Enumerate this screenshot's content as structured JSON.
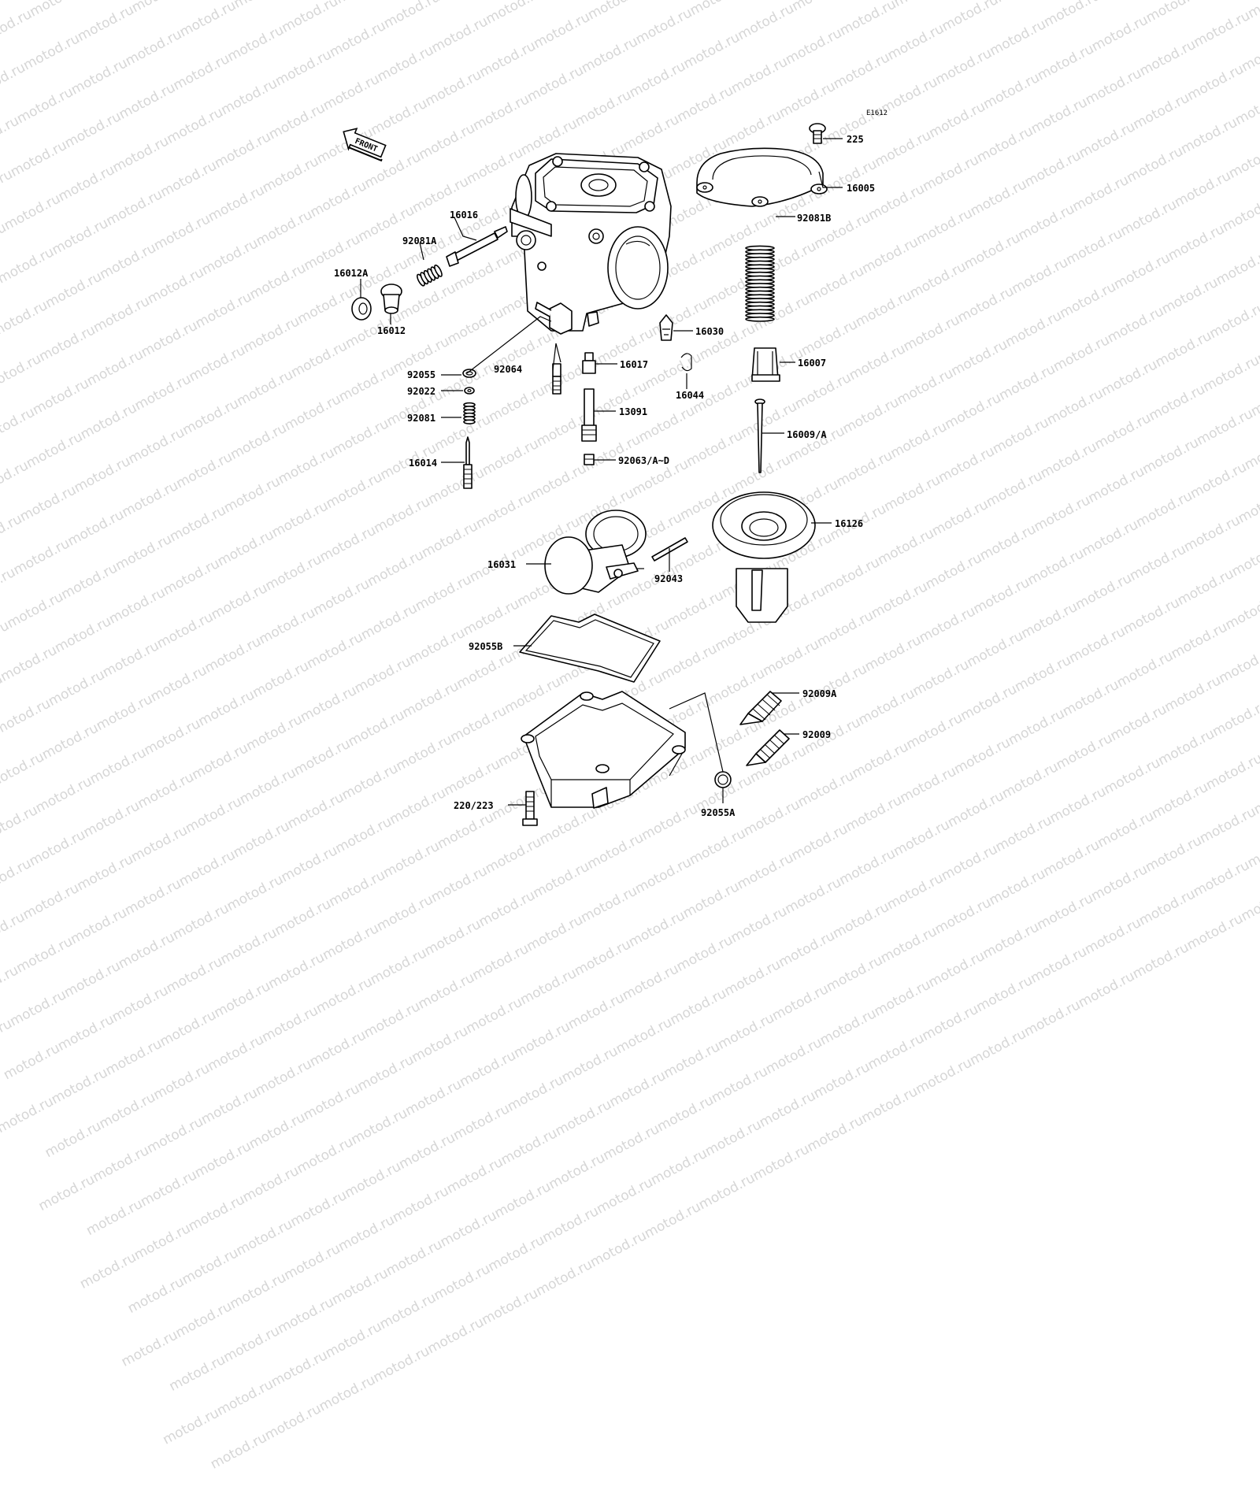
{
  "diagram_code": "E1612",
  "front_label": "FRONT",
  "watermark_text": "motod.ru",
  "parts": [
    {
      "id": "p225",
      "label": "225"
    },
    {
      "id": "p16005",
      "label": "16005"
    },
    {
      "id": "p16016",
      "label": "16016"
    },
    {
      "id": "p92081A",
      "label": "92081A"
    },
    {
      "id": "p16012A",
      "label": "16012A"
    },
    {
      "id": "p16012",
      "label": "16012"
    },
    {
      "id": "p92081B",
      "label": "92081B"
    },
    {
      "id": "p16030",
      "label": "16030"
    },
    {
      "id": "p16007",
      "label": "16007"
    },
    {
      "id": "p16044",
      "label": "16044"
    },
    {
      "id": "p92055",
      "label": "92055"
    },
    {
      "id": "p92064",
      "label": "92064"
    },
    {
      "id": "p16017",
      "label": "16017"
    },
    {
      "id": "p92022",
      "label": "92022"
    },
    {
      "id": "p92081",
      "label": "92081"
    },
    {
      "id": "p13091",
      "label": "13091"
    },
    {
      "id": "p16009A",
      "label": "16009/A"
    },
    {
      "id": "p16014",
      "label": "16014"
    },
    {
      "id": "p92063AD",
      "label": "92063/A~D"
    },
    {
      "id": "p16126",
      "label": "16126"
    },
    {
      "id": "p16031",
      "label": "16031"
    },
    {
      "id": "p92043",
      "label": "92043"
    },
    {
      "id": "p92055B",
      "label": "92055B"
    },
    {
      "id": "p92009A",
      "label": "92009A"
    },
    {
      "id": "p92009",
      "label": "92009"
    },
    {
      "id": "p220223",
      "label": "220/223"
    },
    {
      "id": "p92055A",
      "label": "92055A"
    }
  ]
}
